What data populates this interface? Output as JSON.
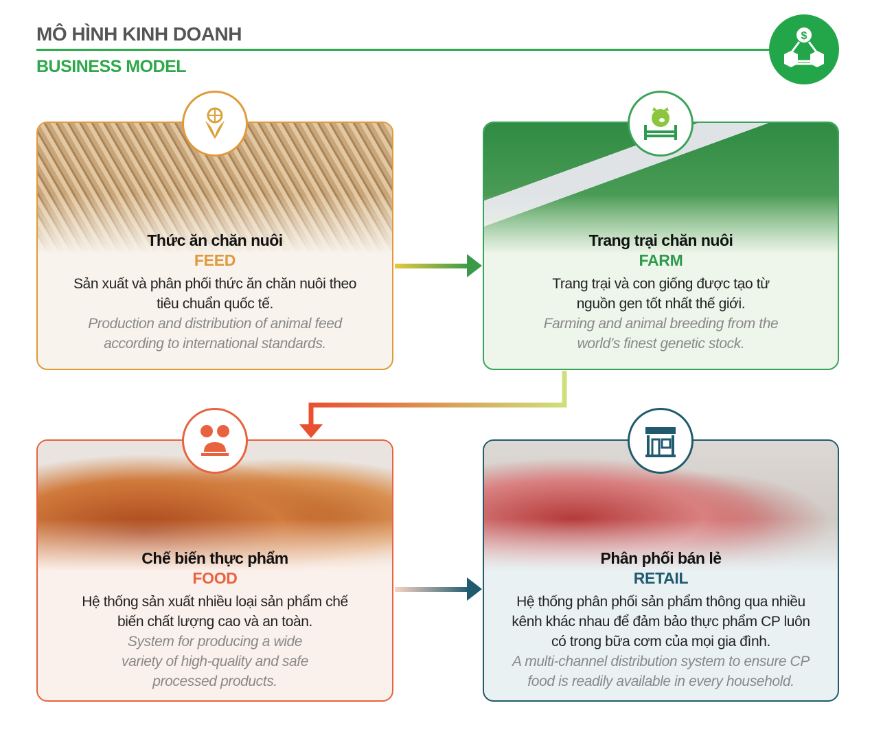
{
  "header": {
    "title_vi": "MÔ HÌNH KINH DOANH",
    "title_en": "BUSINESS MODEL",
    "accent": "#2ea84a"
  },
  "cards": [
    {
      "title_vi": "Thức ăn chăn nuôi",
      "title_en": "FEED",
      "desc_vi": "Sản xuất và phân phối thức ăn chăn nuôi theo tiêu chuẩn quốc tế.",
      "desc_en": "Production and distribution of animal feed according to international standards.",
      "color": "#e09a3a",
      "icon": "corn-globe-icon"
    },
    {
      "title_vi": "Trang trại chăn nuôi",
      "title_en": "FARM",
      "desc_vi": "Trang trại và con giống được tạo từ nguồn gen tốt nhất thế giới.",
      "desc_en": "Farming and animal breeding from the world’s finest genetic stock.",
      "color": "#3aa35a",
      "icon": "pig-farm-icon"
    },
    {
      "title_vi": "Chế biến thực phẩm",
      "title_en": "FOOD",
      "desc_vi": "Hệ thống sản xuất nhiều loại sản phẩm chế biến chất lượng cao và an toàn.",
      "desc_en": "System for producing a wide variety of high-quality and safe processed products.",
      "color": "#e8623f",
      "icon": "food-processing-icon"
    },
    {
      "title_vi": "Phân phối bán lẻ",
      "title_en": "RETAIL",
      "desc_vi": "Hệ thống phân phối sản phẩm thông qua nhiều kênh khác nhau để đảm bảo thực phẩm CP luôn có trong bữa cơm của mọi gia đình.",
      "desc_en": "A multi-channel distribution system to ensure CP food is readily available in every household.",
      "color": "#1f5a6e",
      "icon": "store-icon"
    }
  ]
}
